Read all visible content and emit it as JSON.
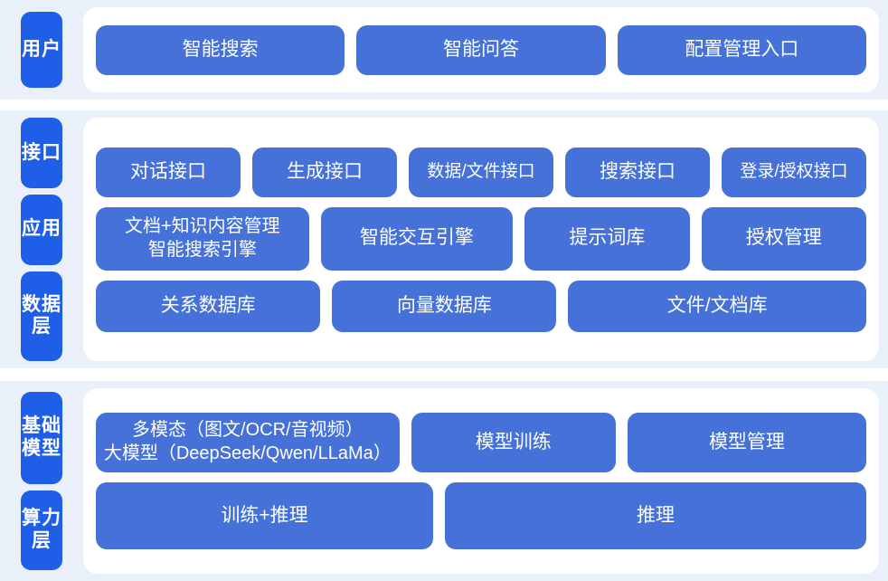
{
  "theme": {
    "page_background": "#eaf0f9",
    "panel_background": "#ffffff",
    "tab_color": "#1f5fe8",
    "box_color": "#4571d9",
    "text_color": "#ffffff"
  },
  "sections": [
    {
      "id": "user",
      "tabs": [
        "用户"
      ],
      "rows": [
        {
          "boxes": [
            {
              "label": "智能搜索",
              "flex": 1
            },
            {
              "label": "智能问答",
              "flex": 1
            },
            {
              "label": "配置管理入口",
              "flex": 1
            }
          ]
        }
      ]
    },
    {
      "id": "platform",
      "tabs": [
        "接口",
        "应用",
        "数据层"
      ],
      "rows": [
        {
          "boxes": [
            {
              "label": "对话接口",
              "flex": 1
            },
            {
              "label": "生成接口",
              "flex": 1
            },
            {
              "label": "数据/文件接口",
              "flex": 1
            },
            {
              "label": "搜索接口",
              "flex": 1
            },
            {
              "label": "登录/授权接口",
              "flex": 1
            }
          ]
        },
        {
          "boxes": [
            {
              "label": "文档+知识内容管理\n智能搜索引擎",
              "flex": 1.32
            },
            {
              "label": "智能交互引擎",
              "flex": 1.18
            },
            {
              "label": "提示词库",
              "flex": 1
            },
            {
              "label": "授权管理",
              "flex": 1
            }
          ]
        },
        {
          "boxes": [
            {
              "label": "关系数据库",
              "flex": 1
            },
            {
              "label": "向量数据库",
              "flex": 1
            },
            {
              "label": "文件/文档库",
              "flex": 1.35
            }
          ]
        }
      ]
    },
    {
      "id": "infrastructure",
      "tabs": [
        "基础模型",
        "算力层"
      ],
      "rows": [
        {
          "boxes": [
            {
              "label": "多模态（图文/OCR/音视频）\n大模型（DeepSeek/Qwen/LLaMa）",
              "flex": 1.52
            },
            {
              "label": "模型训练",
              "flex": 1
            },
            {
              "label": "模型管理",
              "flex": 1.18
            }
          ]
        },
        {
          "boxes": [
            {
              "label": "训练+推理",
              "flex": 1
            },
            {
              "label": "推理",
              "flex": 1.26
            }
          ]
        }
      ]
    }
  ]
}
